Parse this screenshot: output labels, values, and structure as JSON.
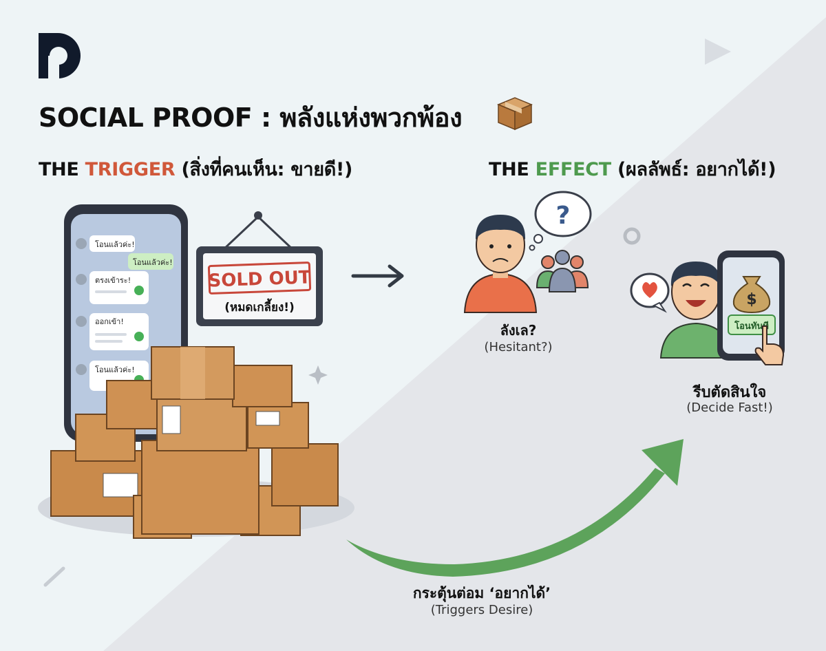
{
  "title": "SOCIAL PROOF : พลังแห่งพวกพ้อง",
  "title_emoji_icon": "package-icon",
  "trigger": {
    "heading_prefix": "THE ",
    "heading_accent": "TRIGGER",
    "heading_suffix": " (สิ่งที่คนเห็น: ขายดี!)",
    "chat_messages": [
      "โอนแล้วค่ะ!",
      "โอนแล้วค่ะ!",
      "ตรงเข้าระ!",
      "ออกเข้า!",
      "โอนแล้วค่ะ!"
    ],
    "sign_main": "SOLD OUT",
    "sign_sub": "(หมดเกลี้ยง!)"
  },
  "effect": {
    "heading_prefix": "THE ",
    "heading_accent": "EFFECT",
    "heading_suffix": " (ผลลัพธ์: อยากได้!)",
    "thought_symbol": "?",
    "hesitant_th": "ลังเล?",
    "hesitant_en": "(Hesitant?)",
    "phone_button": "โอนทันที",
    "money_symbol": "$",
    "decide_th": "รีบตัดสินใจ",
    "decide_en": "(Decide Fast!)"
  },
  "arrow_caption": {
    "th": "กระตุ้นต่อม ‘อยากได้’",
    "en": "(Triggers Desire)"
  },
  "colors": {
    "accent_red": "#d0583a",
    "accent_green": "#4e9a4e",
    "background_light": "#eef4f6",
    "background_gray": "#e4e6ea"
  }
}
